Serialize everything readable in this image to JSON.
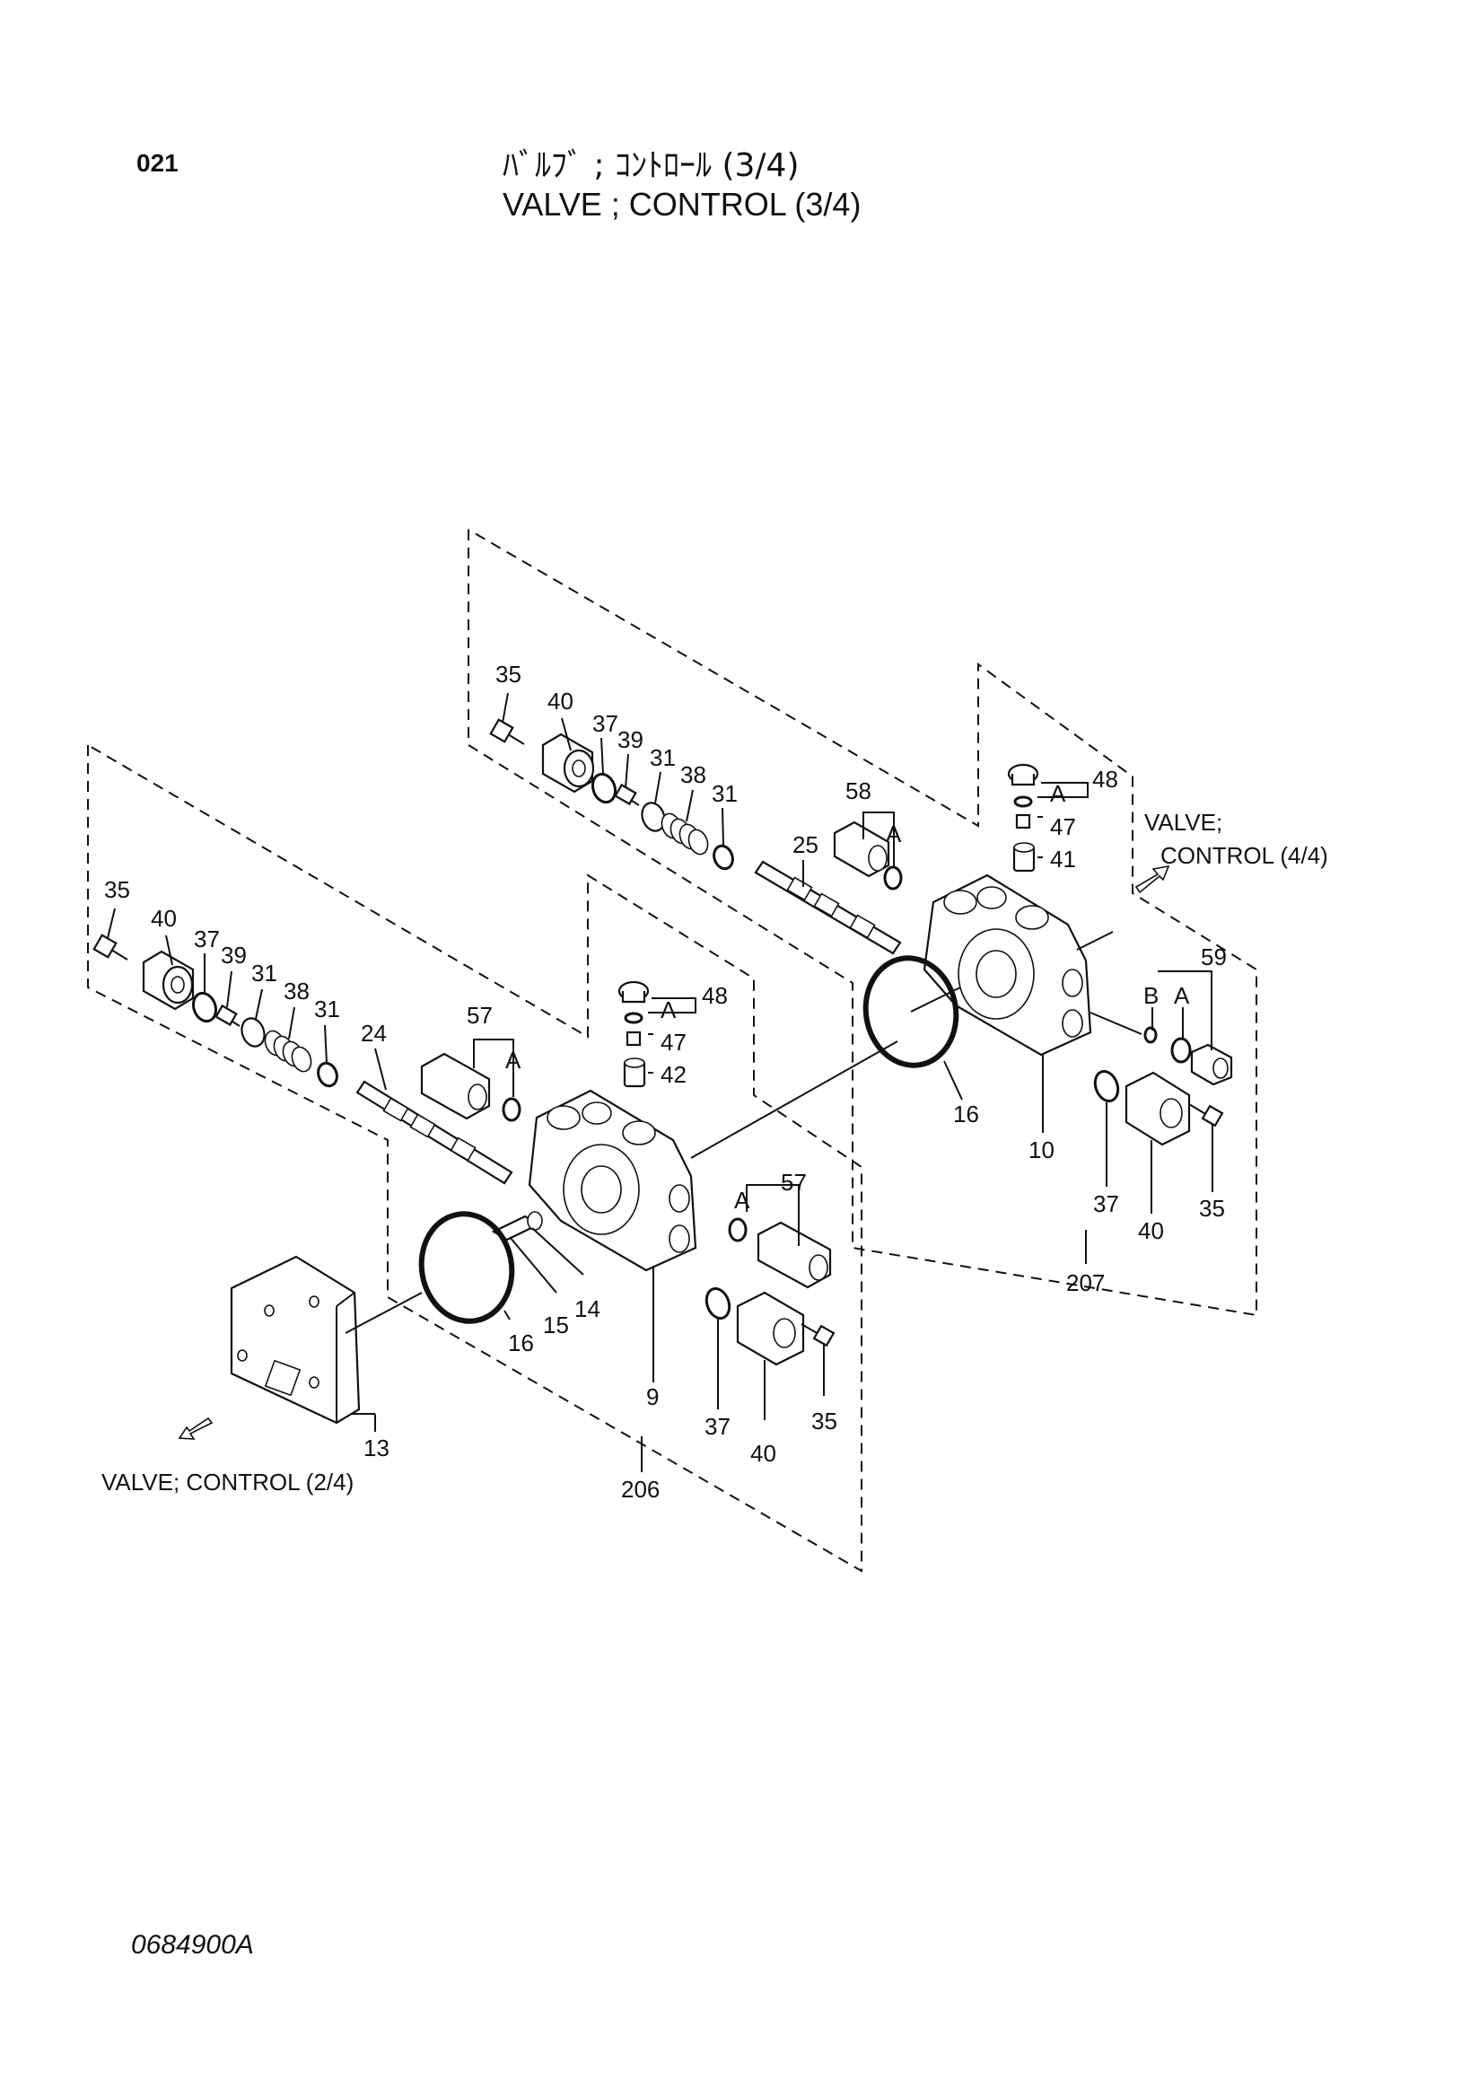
{
  "header": {
    "page_number": "021",
    "title_jp": "ﾊﾞﾙﾌﾞ ; ｺﾝﾄﾛｰﾙ (3/4)",
    "title_en": "VALVE ; CONTROL (3/4)"
  },
  "footer": {
    "drawing_number": "0684900A"
  },
  "references": {
    "control_4_4_a": "VALVE;",
    "control_4_4_b": "CONTROL (4/4)",
    "control_2_4": "VALVE; CONTROL (2/4)"
  },
  "upper_assembly": {
    "labels": {
      "p35": "35",
      "p40": "40",
      "p37": "37",
      "p39": "39",
      "p31a": "31",
      "p38": "38",
      "p31b": "31",
      "p58": "58",
      "pA1": "A",
      "p25": "25",
      "p48": "48",
      "pA2": "A",
      "p47": "47",
      "p41": "41",
      "p59": "59",
      "pB": "B",
      "pA3": "A",
      "p16": "16",
      "p10": "10",
      "p37b": "37",
      "p40b": "40",
      "p35b": "35",
      "p207": "207"
    }
  },
  "lower_assembly": {
    "labels": {
      "p35": "35",
      "p40": "40",
      "p37": "37",
      "p39": "39",
      "p31a": "31",
      "p38": "38",
      "p31b": "31",
      "p24": "24",
      "p57": "57",
      "pA1": "A",
      "p48": "48",
      "pA2": "A",
      "p47": "47",
      "p42": "42",
      "p57b": "57",
      "pA3": "A",
      "p16": "16",
      "p15": "15",
      "p14": "14",
      "p9": "9",
      "p37b": "37",
      "p40b": "40",
      "p35b": "35",
      "p13": "13",
      "p206": "206"
    }
  }
}
